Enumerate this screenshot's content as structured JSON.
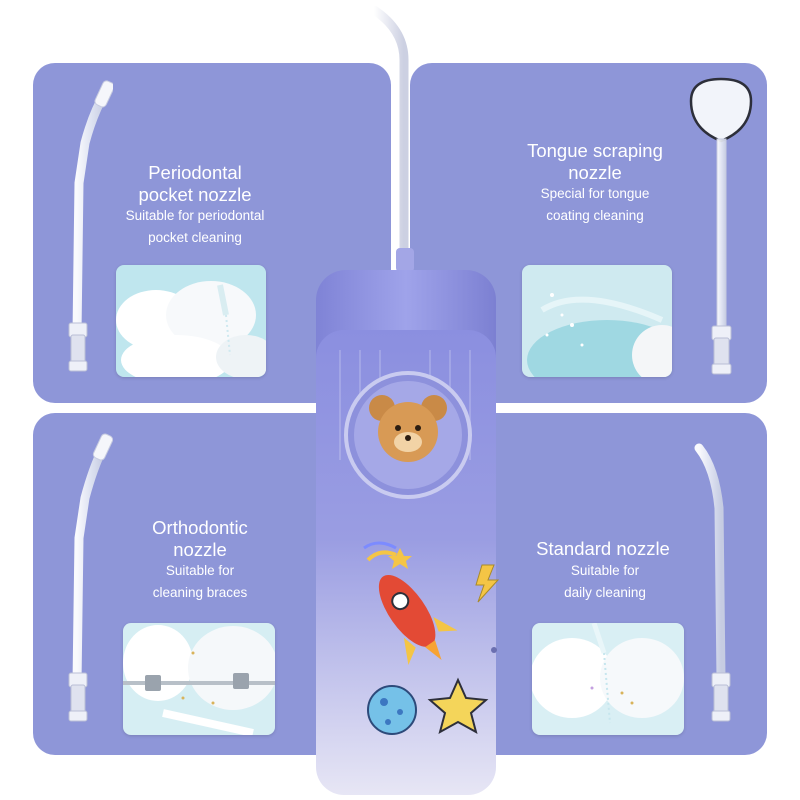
{
  "panels": {
    "periodontal": {
      "title_line1": "Periodontal",
      "title_line2": "pocket nozzle",
      "desc_line1": "Suitable for periodontal",
      "desc_line2": "pocket cleaning"
    },
    "tongue": {
      "title_line1": "Tongue scraping",
      "title_line2": "nozzle",
      "desc_line1": "Special for tongue",
      "desc_line2": "coating cleaning"
    },
    "orthodontic": {
      "title_line1": "Orthodontic",
      "title_line2": "nozzle",
      "desc_line1": "Suitable for",
      "desc_line2": "cleaning braces"
    },
    "standard": {
      "title_line1": "Standard nozzle",
      "desc_line1": "Suitable for",
      "desc_line2": "daily cleaning"
    }
  },
  "colors": {
    "panel_bg": "#8e96d8",
    "device_top": "#8b8fe0",
    "device_bottom": "#e7e6f5",
    "text": "#ffffff"
  },
  "icons": {
    "character": "bear-face-icon",
    "rocket": "rocket-icon",
    "star": "star-icon",
    "planet": "planet-icon",
    "comet": "comet-icon",
    "lightning": "lightning-icon"
  }
}
